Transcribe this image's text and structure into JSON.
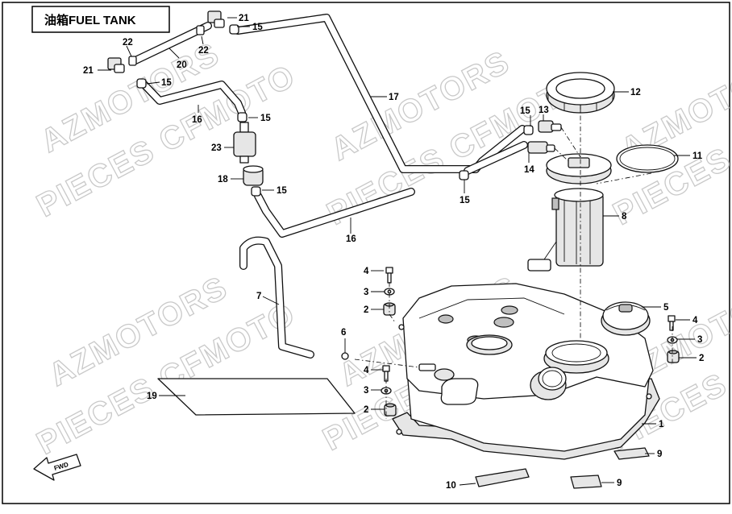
{
  "title": "油箱FUEL TANK",
  "watermark": {
    "line1": "AZMOTORS",
    "line2": "PIECES CFMOTO"
  },
  "direction_marker": "FWD",
  "callouts": {
    "c21a": "21",
    "c15a": "15",
    "c22a": "22",
    "c22b": "22",
    "c20": "20",
    "c21b": "21",
    "c15b": "15",
    "c16a": "16",
    "c15c": "15",
    "c23": "23",
    "c18": "18",
    "c15d": "15",
    "c17": "17",
    "c12": "12",
    "c15e": "15",
    "c13": "13",
    "c14": "14",
    "c11": "11",
    "c15f": "15",
    "c8": "8",
    "c16b": "16",
    "c4a": "4",
    "c3a": "3",
    "c2a": "2",
    "c7": "7",
    "c5": "5",
    "c4b": "4",
    "c3b": "3",
    "c2b": "2",
    "c6": "6",
    "c4c": "4",
    "c3c": "3",
    "c2c": "2",
    "c19": "19",
    "c1": "1",
    "c9a": "9",
    "c10": "10",
    "c9b": "9"
  },
  "colors": {
    "line": "#111111",
    "watermark": "#c9c9c9",
    "background": "#ffffff"
  }
}
